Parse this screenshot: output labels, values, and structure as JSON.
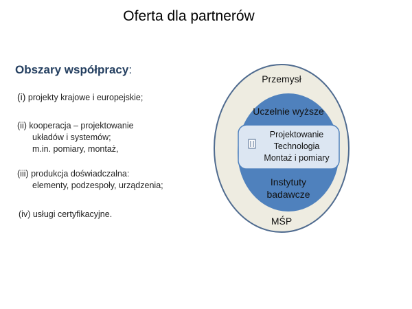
{
  "title": "Oferta dla partnerów",
  "subtitle": "Obszary współpracy",
  "subtitle_colon": ":",
  "items": [
    {
      "num": "(i)",
      "lines": [
        "projekty krajowe i europejskie;"
      ]
    },
    {
      "num": "(ii)",
      "lines": [
        "kooperacja – projektowanie",
        "układów i systemów;",
        "m.in. pomiary, montaż,"
      ]
    },
    {
      "num": "(iii)",
      "lines": [
        "produkcja doświadczalna:",
        "elementy, podzespoły, urządzenia;"
      ]
    },
    {
      "num": "(iv)",
      "lines": [
        "usługi certyfikacyjne."
      ]
    }
  ],
  "diagram": {
    "outer_top": "Przemysł",
    "outer_bottom": "MŚP",
    "inner_top": "Uczelnie wyższe",
    "inner_bottom": [
      "Instytuty",
      "badawcze"
    ],
    "center": [
      "Projektowanie",
      "Technologia",
      "Montaż i pomiary"
    ],
    "logo_text": "ITE",
    "colors": {
      "outer": "#eeece1",
      "outer_border": "#4f6b8f",
      "inner": "#4f81bd",
      "center": "#dce6f2"
    }
  }
}
